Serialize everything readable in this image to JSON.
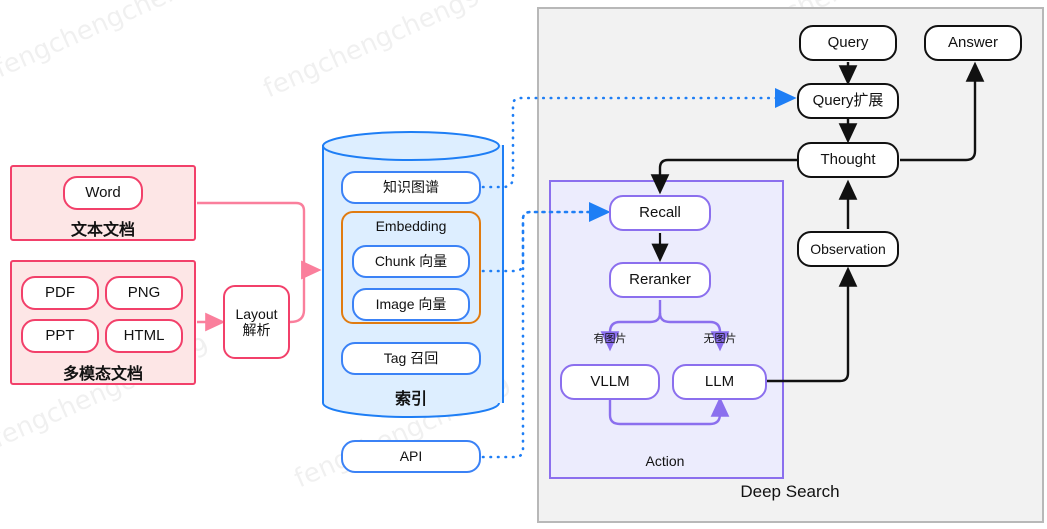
{
  "watermark": {
    "text": "fengchengcheng9"
  },
  "ingest": {
    "text_doc_group": {
      "caption": "文本文档",
      "items": [
        "Word"
      ]
    },
    "multimodal_group": {
      "caption": "多模态文档",
      "items": [
        "PDF",
        "PNG",
        "PPT",
        "HTML"
      ]
    },
    "layout": {
      "line1": "Layout",
      "line2": "解析"
    }
  },
  "index": {
    "caption": "索引",
    "kg": "知识图谱",
    "embedding": {
      "title": "Embedding",
      "items": [
        "Chunk 向量",
        "Image 向量"
      ]
    },
    "tag": "Tag 召回",
    "api": "API"
  },
  "deep_search": {
    "caption": "Deep Search",
    "query": "Query",
    "answer": "Answer",
    "query_expand": "Query扩展",
    "thought": "Thought",
    "observation": "Observation",
    "action": {
      "caption": "Action",
      "recall": "Recall",
      "reranker": "Reranker",
      "vllm": "VLLM",
      "llm": "LLM",
      "branch_left": "有图片",
      "branch_right": "无图片"
    }
  },
  "colors": {
    "pink": "#f2406a",
    "pink_fill": "#fde6e6",
    "blue": "#3b82f6",
    "blue_fill": "#ddeeff",
    "orange": "#e07b10",
    "purple": "#8b6fee",
    "purple_fill": "#ececfd",
    "gray_panel": "#f2f2f2",
    "black": "#111111"
  }
}
